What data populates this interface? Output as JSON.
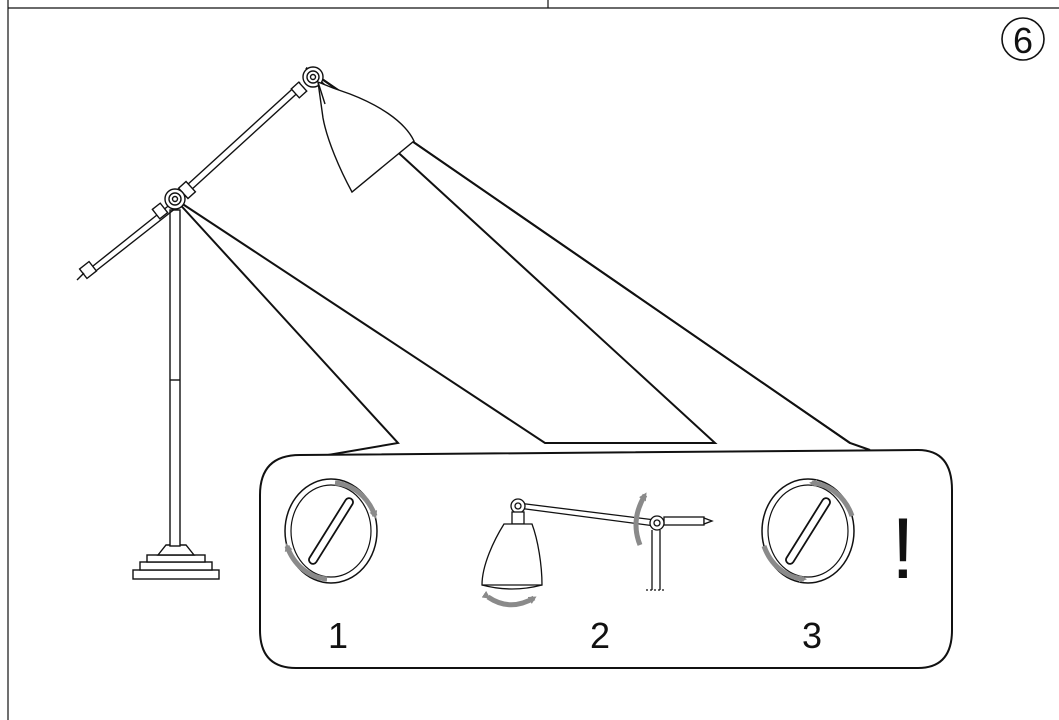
{
  "step": {
    "number": "6"
  },
  "callout": {
    "steps": [
      {
        "label": "1",
        "description_icon": "knob-loosen-icon"
      },
      {
        "label": "2",
        "description_icon": "lamp-adjust-icon"
      },
      {
        "label": "3",
        "description_icon": "knob-tighten-icon"
      }
    ],
    "warning": "!"
  },
  "colors": {
    "line": "#111111",
    "arrow": "#8a8a8a",
    "background": "#ffffff"
  }
}
